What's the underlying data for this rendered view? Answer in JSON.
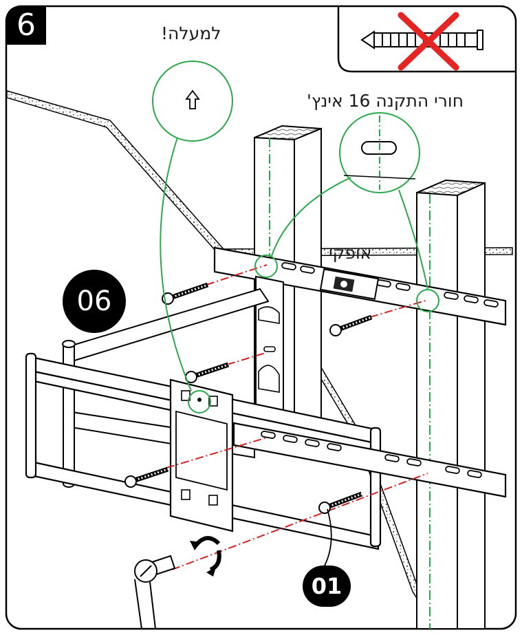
{
  "step": {
    "number": "6"
  },
  "labels": {
    "up": "למעלה!",
    "stud_holes": "חורי התקנה 16 אינץ'",
    "level": "אופקי"
  },
  "callouts": {
    "arm_assembly": "06",
    "lag_bolt": "01"
  },
  "icons": {
    "warning": "no-wall-anchor-icon",
    "up_arrow": "up-arrow-icon",
    "rotate": "clockwise-rotate-icon",
    "socket_wrench": "socket-wrench-icon"
  },
  "colors": {
    "ink": "#000000",
    "guide": "#2aa84a",
    "drill": "#d62020",
    "cross": "#e52424"
  }
}
